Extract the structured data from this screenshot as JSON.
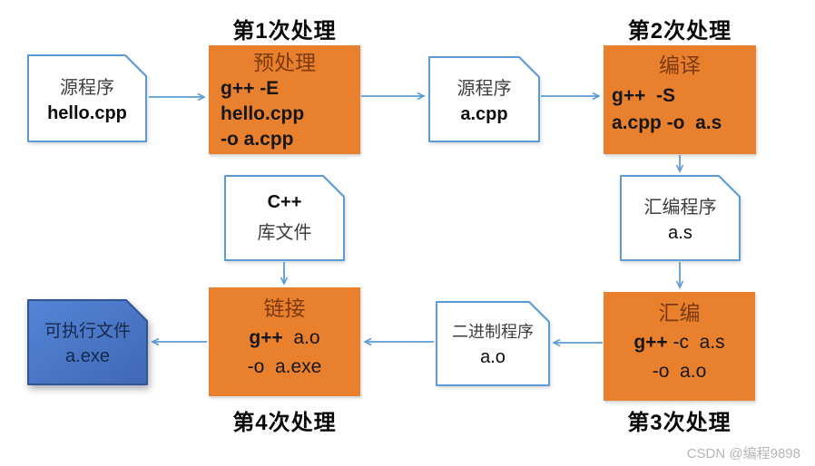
{
  "steps": {
    "step1": "第1次处理",
    "step2": "第2次处理",
    "step3": "第3次处理",
    "step4": "第4次处理"
  },
  "docs": {
    "src_hello": {
      "name": "源程序",
      "file": "hello.cpp"
    },
    "src_a": {
      "name": "源程序",
      "file": "a.cpp"
    },
    "asm_file": {
      "name": "汇编程序",
      "file": "a.s"
    },
    "cpp_lib": {
      "line1": "C++",
      "line2": "库文件"
    },
    "bin_obj": {
      "name": "二进制程序",
      "file": "a.o"
    },
    "exe": {
      "name": "可执行文件",
      "file": "a.exe"
    }
  },
  "boxes": {
    "preprocess": {
      "title": "预处理",
      "lines": [
        "g++ -E",
        "hello.cpp",
        "-o a.cpp"
      ]
    },
    "compile": {
      "title": "编译",
      "lines": [
        "g++  -S",
        "a.cpp -o  a.s"
      ]
    },
    "assemble": {
      "title": "汇编",
      "line1_bold": "g++",
      "line1_rest": " -c  a.s",
      "line2": "-o  a.o"
    },
    "link": {
      "title": "链接",
      "line1_bold": "g++",
      "line1_rest": "  a.o",
      "line2": "-o  a.exe"
    }
  },
  "watermark": "CSDN @编程9898",
  "colors": {
    "process_box_fill": "#E8802E",
    "process_box_title": "#7E3A0F",
    "command_text": "#171717",
    "arrow": "#5B9BD5",
    "doc_border": "#5B9BD5",
    "doc_fill": "#FFFFFF",
    "exe_fill": "#4472C4",
    "exe_border": "#2F5597",
    "exe_text": "#14294D",
    "watermark": "#B5B5B5"
  }
}
